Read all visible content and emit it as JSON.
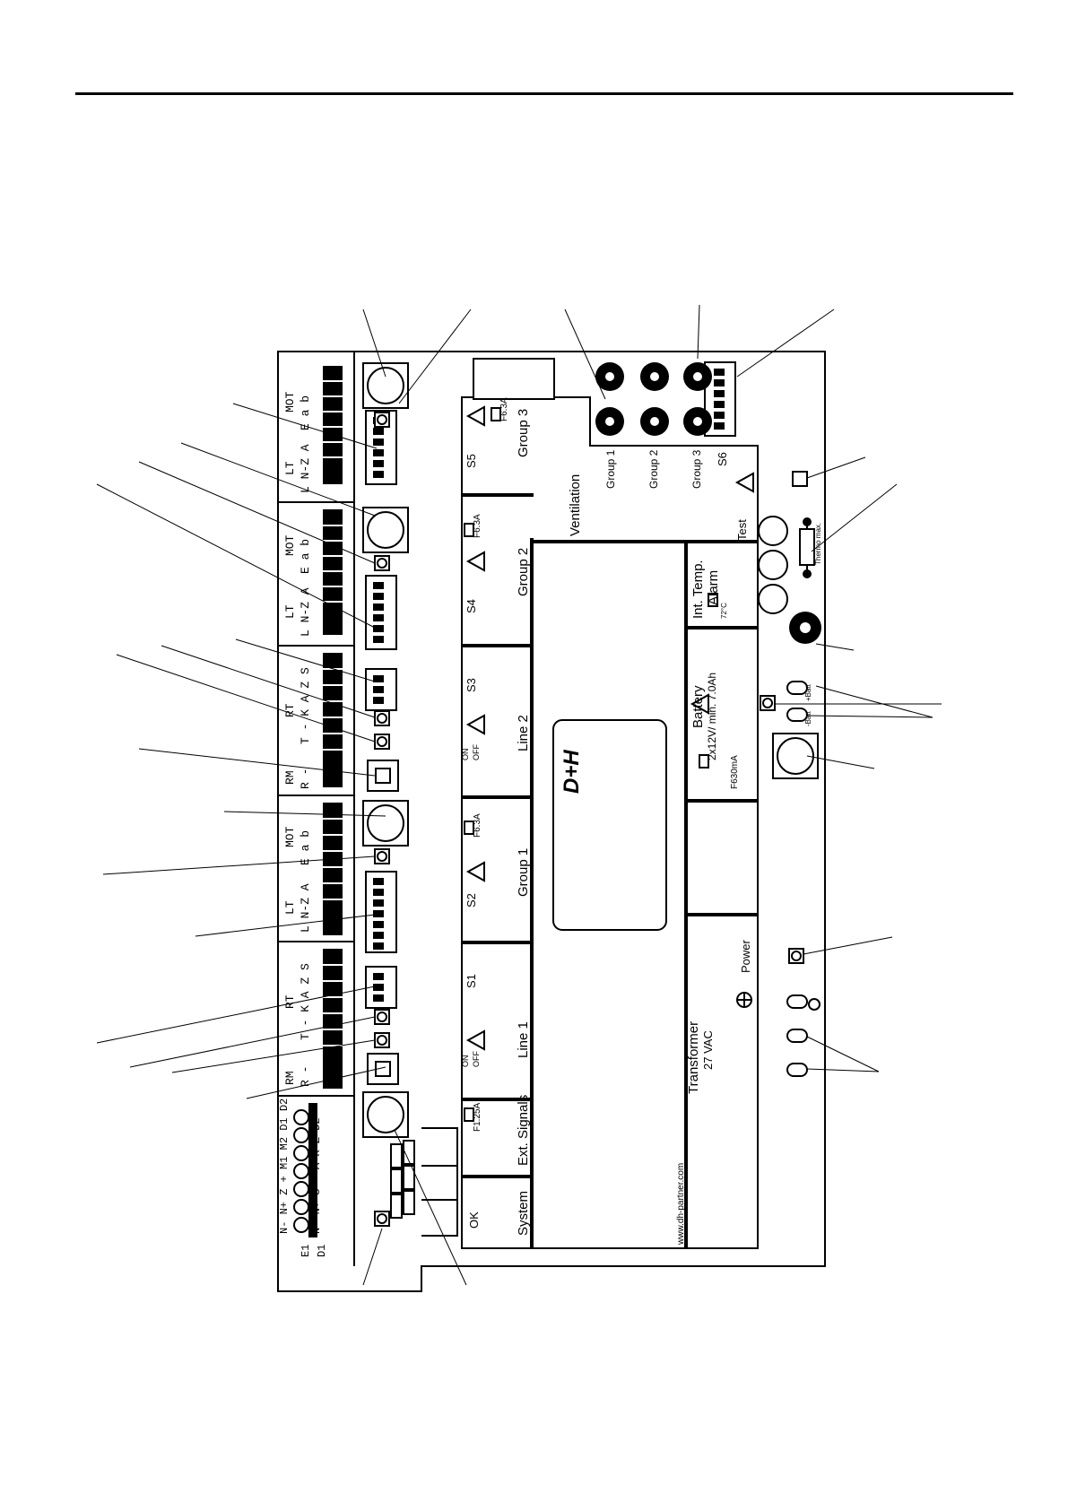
{
  "page": {
    "background": "#ffffff",
    "ink": "#000000"
  },
  "pcb": {
    "sections": {
      "system": "System",
      "ext_signals": "Ext. Signals",
      "line1": "Line 1",
      "group1": "Group 1",
      "line2": "Line 2",
      "group2": "Group 2",
      "group3": "Group 3",
      "ventilation": "Ventilation",
      "int_temp": "Int. Temp.",
      "alarm": "Alarm",
      "battery": "Battery",
      "battery_spec": "2x12V/ min. 7.0Ah",
      "transformer": "Transformer",
      "transformer_spec": "27 VAC",
      "power": "Power",
      "website": "www.dh-partner.com"
    },
    "switch_labels": {
      "s1": "S1",
      "s2": "S2",
      "s3": "S3",
      "s4": "S4",
      "s5": "S5",
      "s6": "S6"
    },
    "fuses": {
      "ext": "F1.25A",
      "group1": "F6.3A",
      "group2": "F6.3A",
      "group3": "F6.3A",
      "battery": "F630mA",
      "temp": "72°C"
    },
    "on": "ON",
    "off": "OFF",
    "ok": "OK",
    "test": "Test",
    "vent_groups": [
      "Group 1",
      "Group 2",
      "Group 3"
    ],
    "logo": "D+H",
    "thermo": "Thermo max.",
    "batt_minus": "-Batt",
    "batt_plus": "+Batt"
  },
  "terminals": {
    "mot": "MOT",
    "mot_pins": "E a b",
    "lt": "LT",
    "lt_pins": "L N-Z A",
    "rt": "RT",
    "rt_pins": "T - K A Z S",
    "rm": "RM",
    "rm_pins": "R -",
    "e1_pins": "N- N+ Z + M1 M2 D1 D2",
    "d1_pins": "N- N+ S - A K Z D2",
    "e1": "E1",
    "d1": "D1"
  },
  "icons": [
    "warning-triangle-icon",
    "fuse-icon",
    "ground-icon",
    "potentiometer-icon",
    "reset-arrow-icon",
    "thermometer-icon"
  ]
}
